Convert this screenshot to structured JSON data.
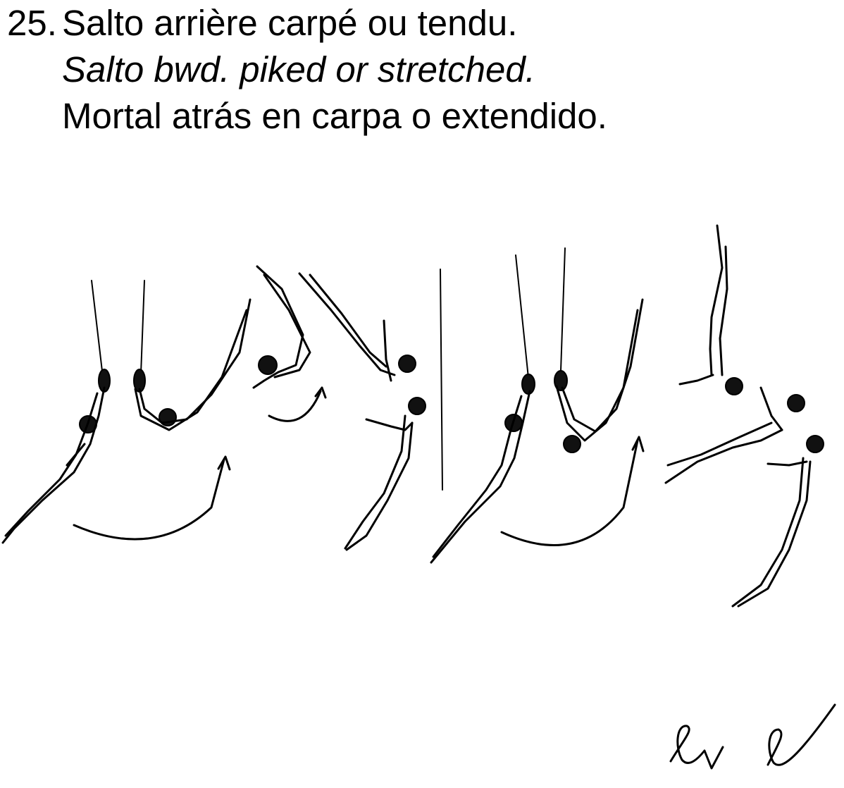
{
  "element": {
    "number": "25.",
    "title_fr": "Salto arrière carpé ou tendu.",
    "title_en": "Salto bwd. piked or stretched.",
    "title_es": "Mortal atrás en carpa o extendido."
  },
  "figure": {
    "apparatus": "rings",
    "sequences": [
      {
        "variant": "piked"
      },
      {
        "variant": "stretched"
      }
    ]
  },
  "signature_mark": "ev e/"
}
